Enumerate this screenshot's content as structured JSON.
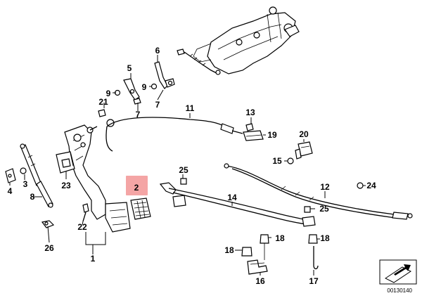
{
  "diagram_id": "00130140",
  "highlighted_part": "2",
  "callouts": {
    "c1": "1",
    "c2": "2",
    "c3": "3",
    "c4": "4",
    "c5": "5",
    "c6": "6",
    "c7a": "7",
    "c7b": "7",
    "c8": "8",
    "c9a": "9",
    "c9b": "9",
    "c11": "11",
    "c12": "12",
    "c13": "13",
    "c14": "14",
    "c15": "15",
    "c16": "16",
    "c17": "17",
    "c18a": "18",
    "c18b": "18",
    "c18c": "18",
    "c19": "19",
    "c20": "20",
    "c21": "21",
    "c22": "22",
    "c23": "23",
    "c24": "24",
    "c25a": "25",
    "c25b": "25",
    "c26": "26"
  },
  "colors": {
    "highlight": "#f4a5a5",
    "line": "#000000"
  }
}
